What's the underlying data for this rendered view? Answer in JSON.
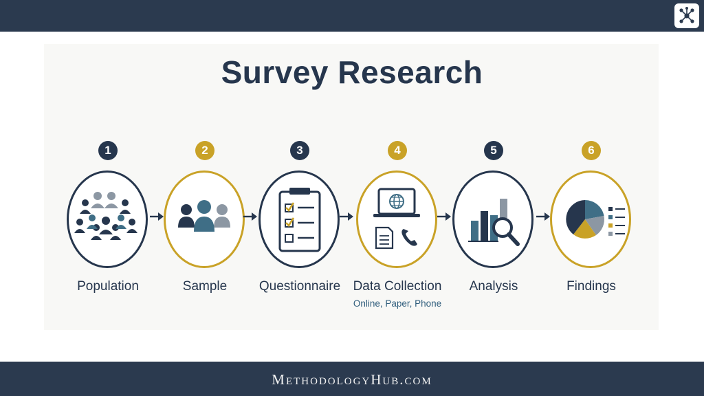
{
  "title": "Survey Research",
  "steps": [
    {
      "number": "1",
      "label": "Population",
      "icon": "people-group-icon",
      "accent": "navy"
    },
    {
      "number": "2",
      "label": "Sample",
      "icon": "three-people-icon",
      "accent": "gold"
    },
    {
      "number": "3",
      "label": "Questionnaire",
      "icon": "clipboard-checklist-icon",
      "accent": "navy"
    },
    {
      "number": "4",
      "label": "Data Collection",
      "sublabel": "Online, Paper, Phone",
      "icon": "laptop-document-phone-icon",
      "accent": "gold"
    },
    {
      "number": "5",
      "label": "Analysis",
      "icon": "bar-chart-magnifier-icon",
      "accent": "navy"
    },
    {
      "number": "6",
      "label": "Findings",
      "icon": "pie-chart-legend-icon",
      "accent": "gold"
    }
  ],
  "footer": {
    "text": "MethodologyHub.com"
  },
  "colors": {
    "navy": "#26364d",
    "gold": "#c9a227",
    "teal": "#3f6e86",
    "gray": "#8c97a3",
    "bar": "#2b3a4f"
  }
}
